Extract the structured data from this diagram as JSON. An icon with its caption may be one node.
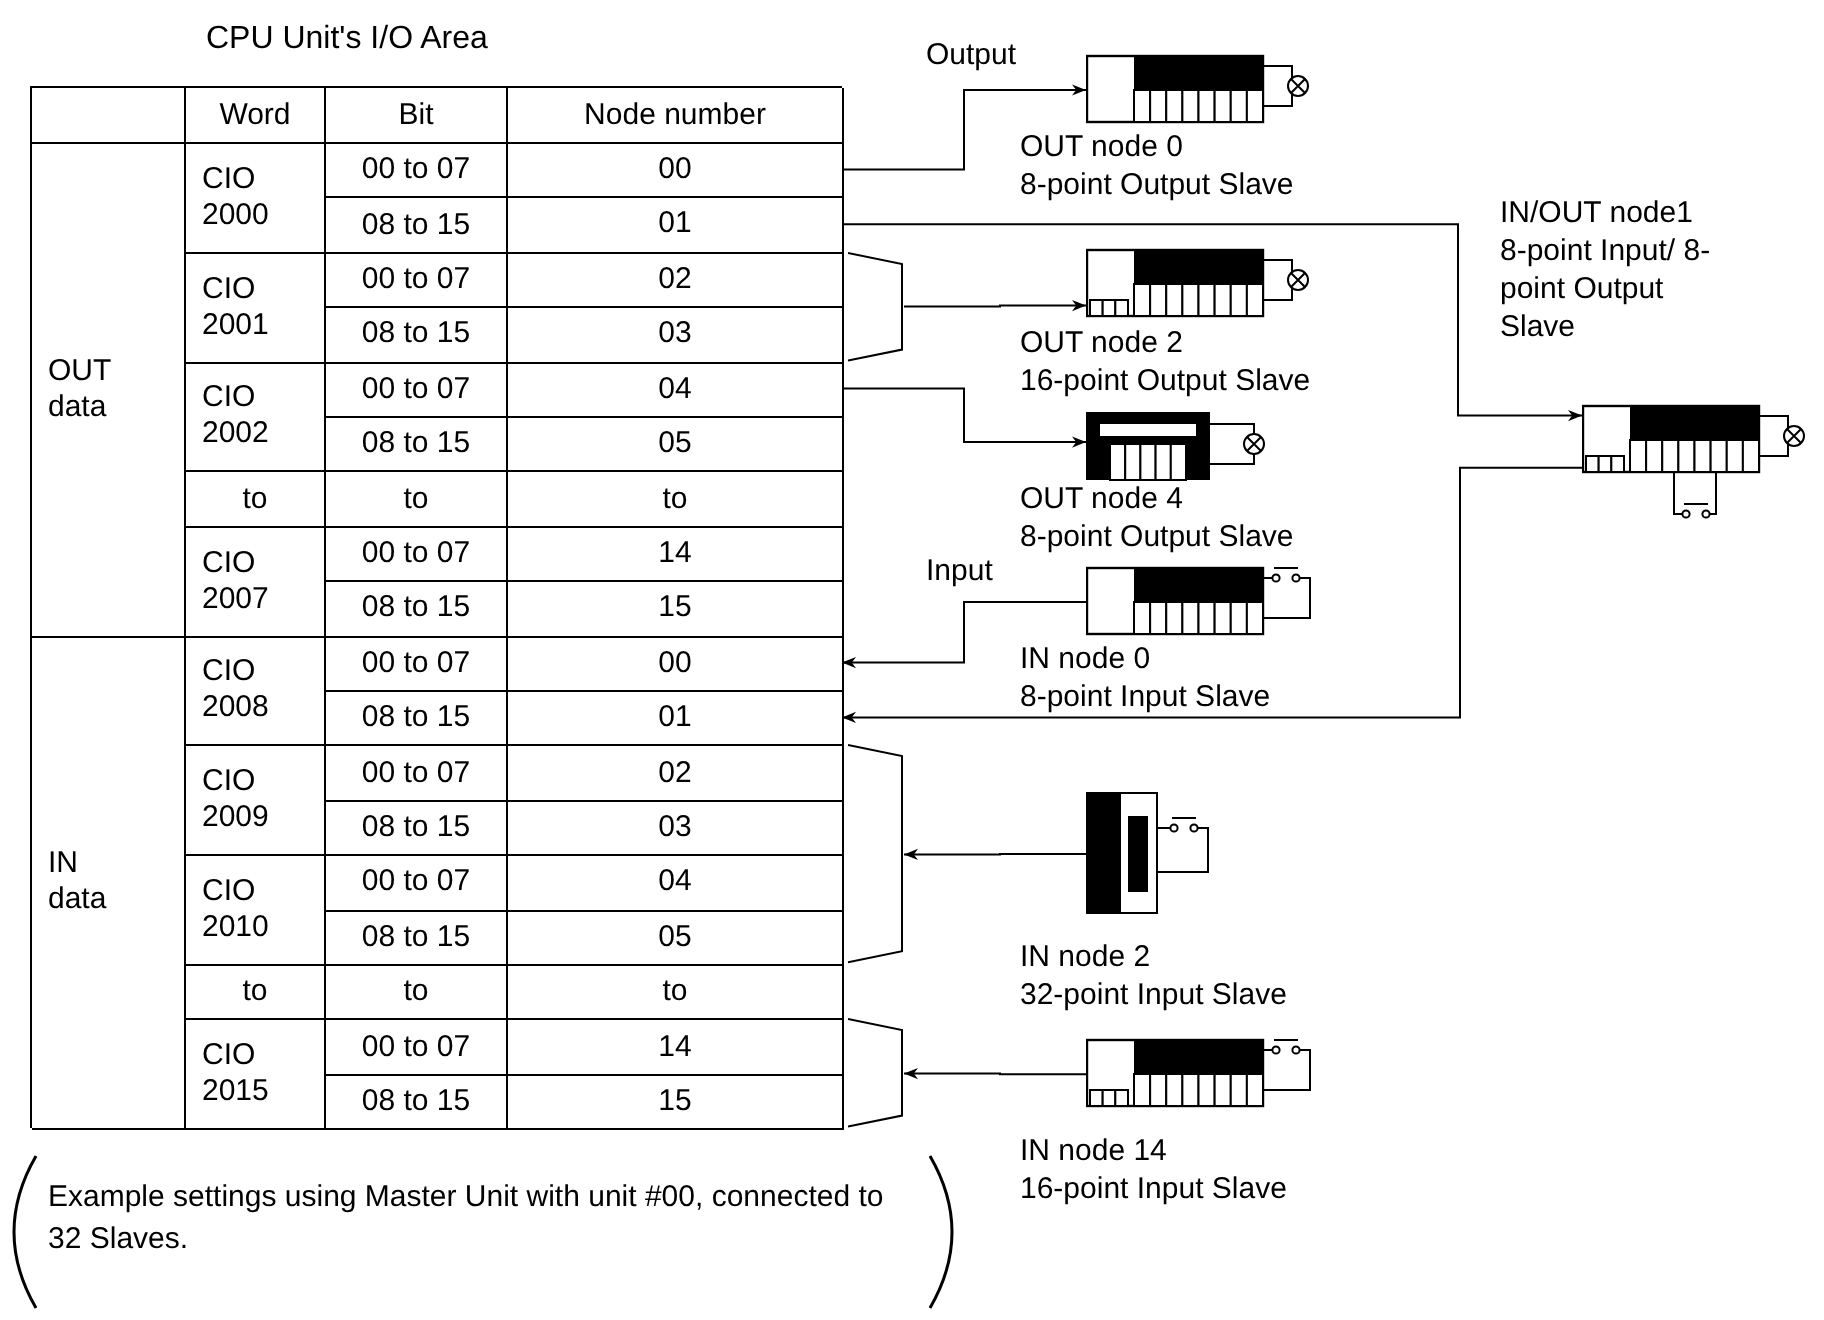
{
  "diagram": {
    "nodes": [
      {
        "text": [
          "CPU Unit's I/O Area"
        ]
      },
      {
        "text": [
          "00"
        ],
        "in": 0
      },
      {
        "text": [
          "01"
        ],
        "in": 0
      },
      {
        "text": [],
        "shape": "bracket"
      },
      {
        "text": [
          "04"
        ],
        "in": 0
      },
      {
        "text": [
          "00"
        ],
        "in": 0
      },
      {
        "text": [
          "01"
        ],
        "in": 0
      },
      {
        "text": [],
        "shape": "bracket"
      },
      {
        "text": [],
        "shape": "bracket"
      },
      {
        "text": [],
        "shape": "picture",
        "beside": [
          "OUT node 0",
          "8-point Output Slave"
        ]
      },
      {
        "text": [],
        "shape": "picture",
        "beside": [
          "OUT node 2",
          "16-point Output Slave"
        ]
      },
      {
        "text": [],
        "shape": "picture",
        "beside": [
          "OUT node 4",
          "8-point Output Slave"
        ]
      },
      {
        "text": [],
        "shape": "picture",
        "beside": [
          "IN node 0",
          "8-point Input Slave"
        ]
      },
      {
        "text": [],
        "shape": "picture",
        "beside": [
          "IN/OUT node1",
          "8-point Input/ 8-point Output Slave"
        ]
      },
      {
        "text": [],
        "shape": "picture",
        "beside": [
          "IN node 2",
          "32-point Input Slave"
        ]
      },
      {
        "text": [],
        "shape": "picture",
        "beside": [
          "IN node 14",
          "16-point Input Slave"
        ]
      }
    ],
    "edges": [
      {
        "from": 1,
        "to": 9,
        "arrow": "to"
      },
      {
        "from": 2,
        "to": 13,
        "arrow": "to"
      },
      {
        "from": 3,
        "to": 10,
        "arrow": "to"
      },
      {
        "from": 4,
        "to": 11,
        "arrow": "to"
      },
      {
        "from": 12,
        "to": 5,
        "arrow": "to"
      },
      {
        "from": 13,
        "to": 6,
        "arrow": "to"
      },
      {
        "from": 14,
        "to": 7,
        "arrow": "to"
      },
      {
        "from": 15,
        "to": 8,
        "arrow": "to"
      }
    ],
    "labels": [
      "Word",
      "Bit",
      "Node number",
      "OUT data",
      "CIO 2000",
      "00 to 07",
      "08 to 15",
      "CIO 2001",
      "00 to 07",
      "02",
      "08 to 15",
      "03",
      "CIO 2002",
      "00 to 07",
      "08 to 15",
      "05",
      "to",
      "to",
      "to",
      "CIO 2007",
      "00 to 07",
      "14",
      "08 to 15",
      "15",
      "IN data",
      "CIO 2008",
      "00 to 07",
      "08 to 15",
      "CIO 2009",
      "00 to 07",
      "02",
      "08 to 15",
      "03",
      "CIO 2010",
      "00 to 07",
      "04",
      "08 to 15",
      "05",
      "to",
      "to",
      "to",
      "CIO 2015",
      "00 to 07",
      "14",
      "08 to 15",
      "15",
      "Output",
      "Input",
      "Example settings using Master Unit with unit #00, connected to 32 Slaves."
    ]
  }
}
